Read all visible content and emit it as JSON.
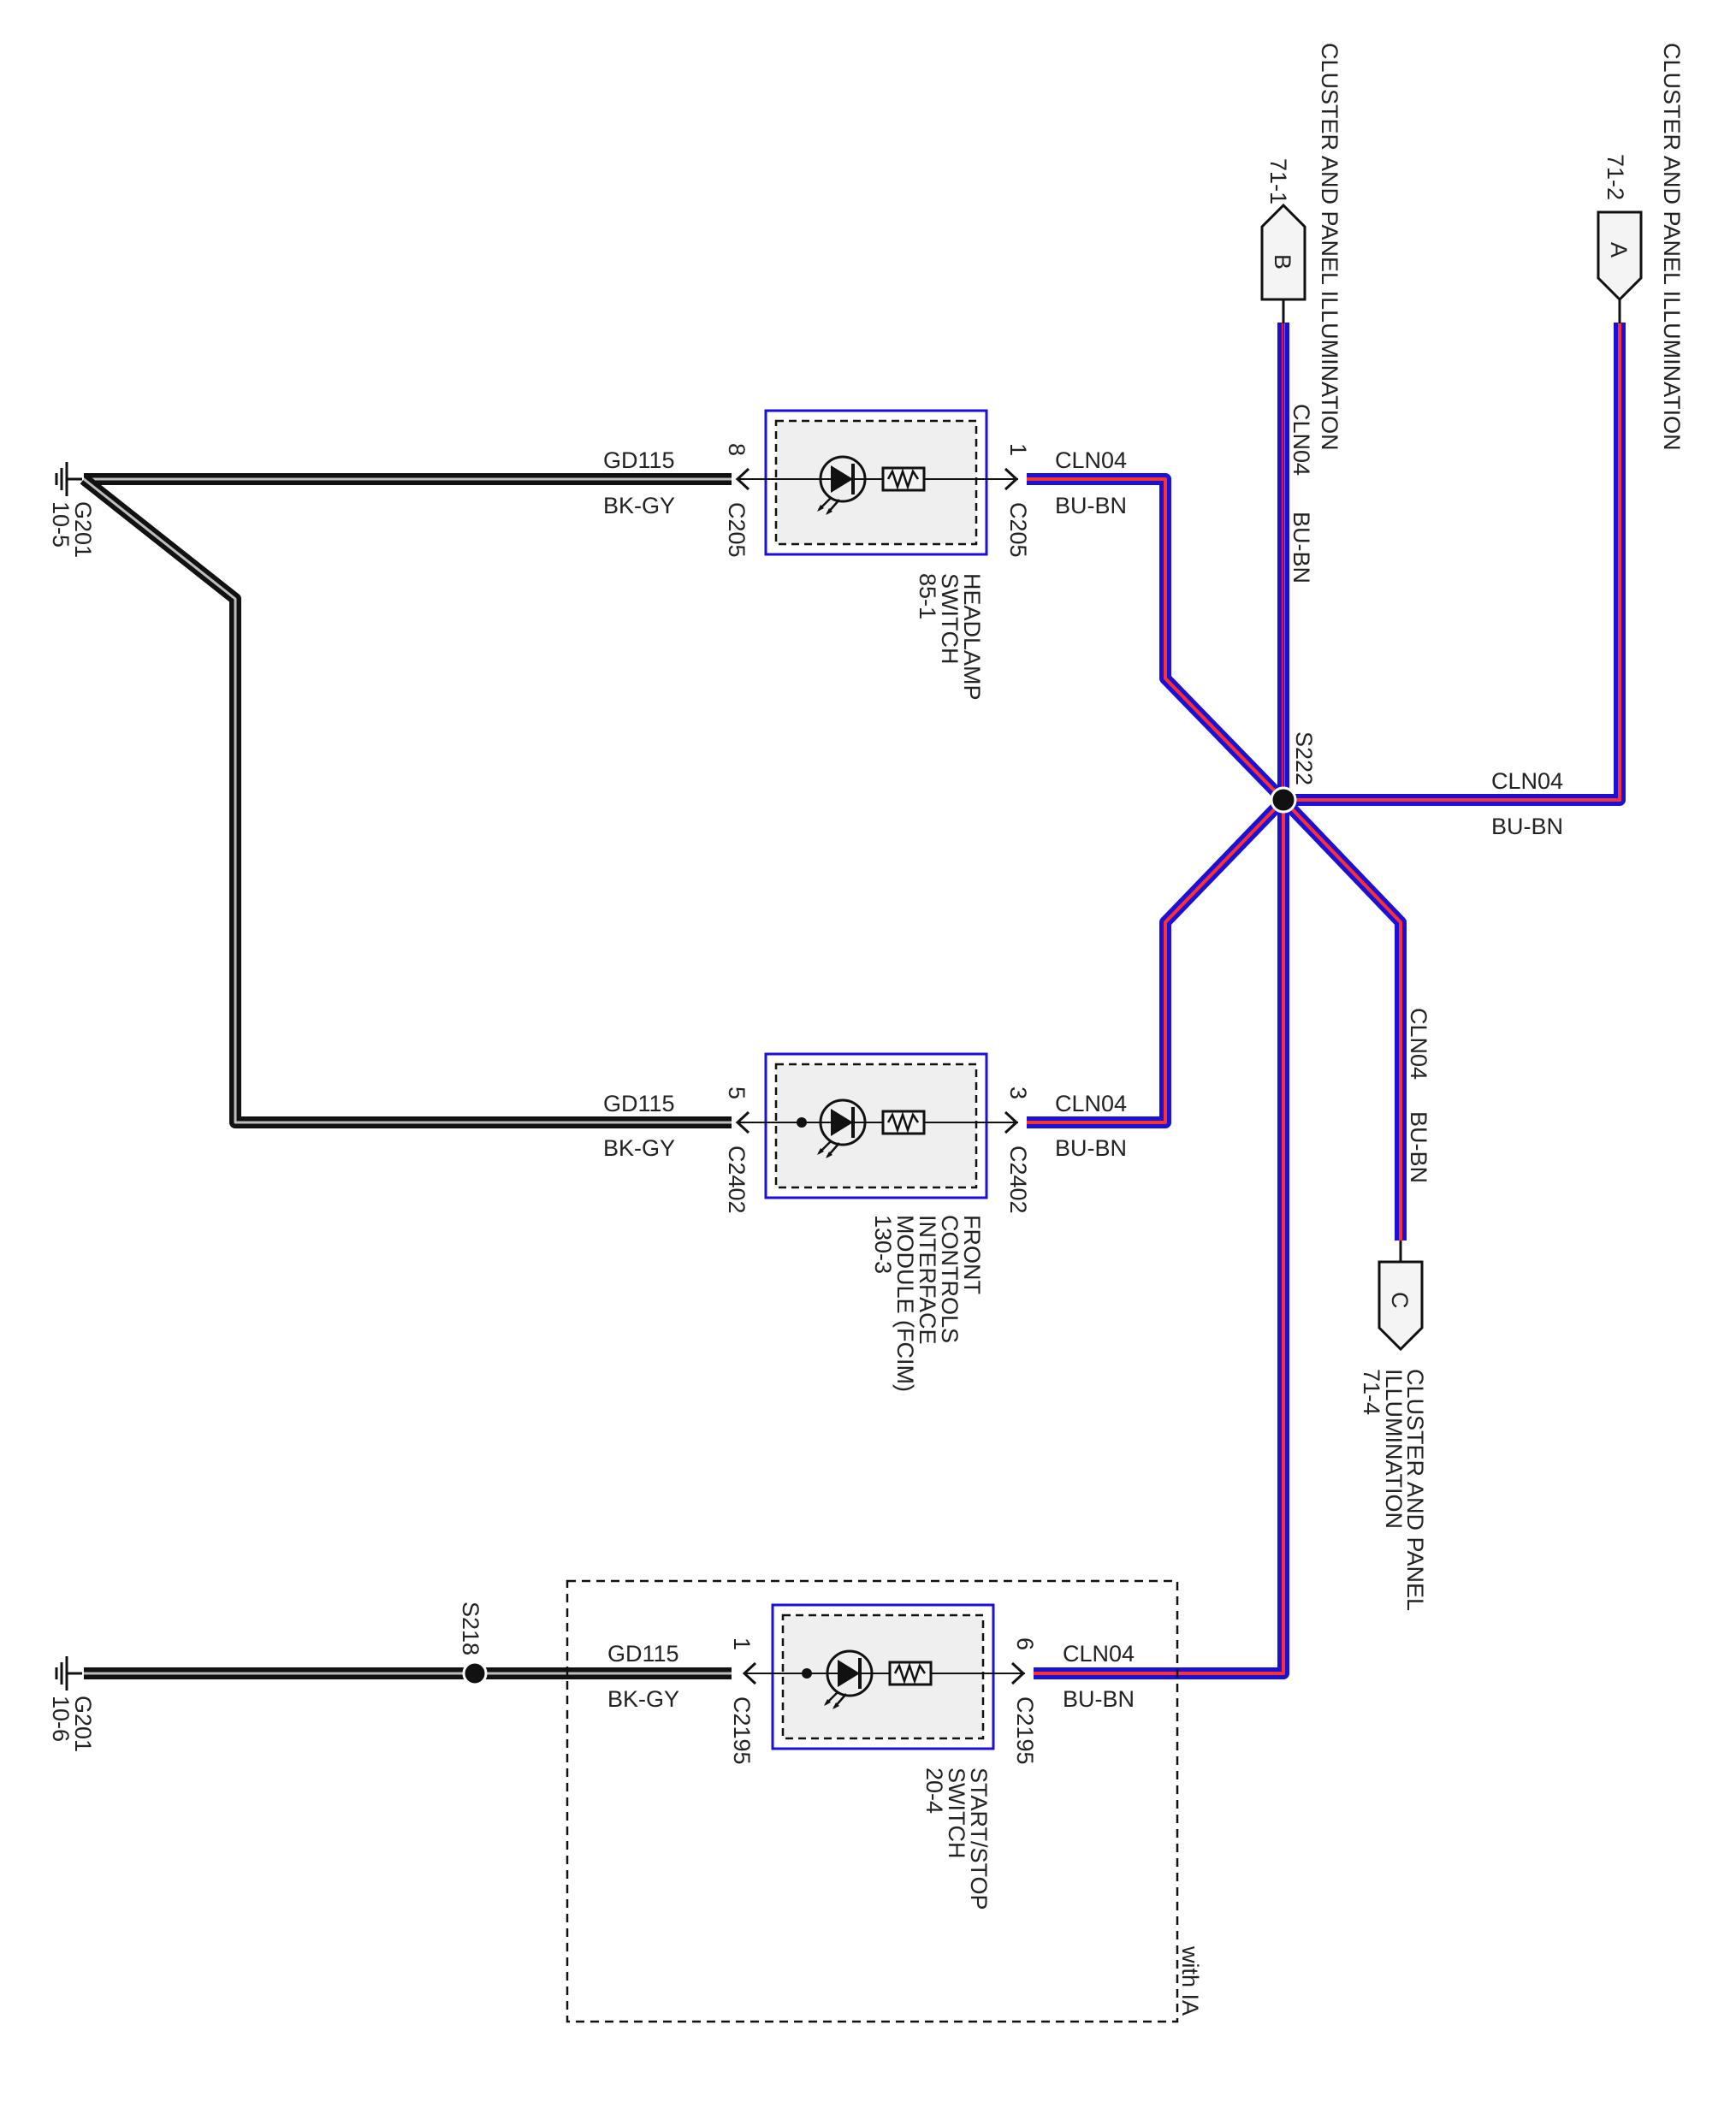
{
  "connectors": {
    "b": {
      "letter": "B",
      "ref": "71-1",
      "dest": "CLUSTER AND PANEL ILLUMINATION"
    },
    "a": {
      "letter": "A",
      "ref": "71-2",
      "dest": "CLUSTER AND PANEL ILLUMINATION"
    },
    "c": {
      "letter": "C",
      "ref": "71-4",
      "dest_line1": "CLUSTER AND PANEL",
      "dest_line2": "ILLUMINATION"
    }
  },
  "splices": {
    "s222": "S222",
    "s218": "S218"
  },
  "wires": {
    "circuit_ground": "GD115",
    "color_ground": "BK-GY",
    "circuit_illum": "CLN04",
    "color_illum": "BU-BN"
  },
  "grounds": {
    "g1": {
      "name": "G201",
      "ref": "10-5"
    },
    "g2": {
      "name": "G201",
      "ref": "10-6"
    }
  },
  "components": {
    "headlamp": {
      "lines": [
        "HEADLAMP",
        "SWITCH",
        "85-1"
      ],
      "pin_left": "8",
      "conn_left": "C205",
      "pin_right": "1",
      "conn_right": "C205"
    },
    "fcim": {
      "lines": [
        "FRONT",
        "CONTROLS",
        "INTERFACE",
        "MODULE (FCIM)",
        "130-3"
      ],
      "pin_left": "5",
      "conn_left": "C2402",
      "pin_right": "3",
      "conn_right": "C2402"
    },
    "startstop": {
      "lines": [
        "START/STOP",
        "SWITCH",
        "20-4"
      ],
      "pin_left": "1",
      "conn_left": "C2195",
      "pin_right": "6",
      "conn_right": "C2195"
    }
  },
  "option_box": {
    "label": "with IA"
  }
}
